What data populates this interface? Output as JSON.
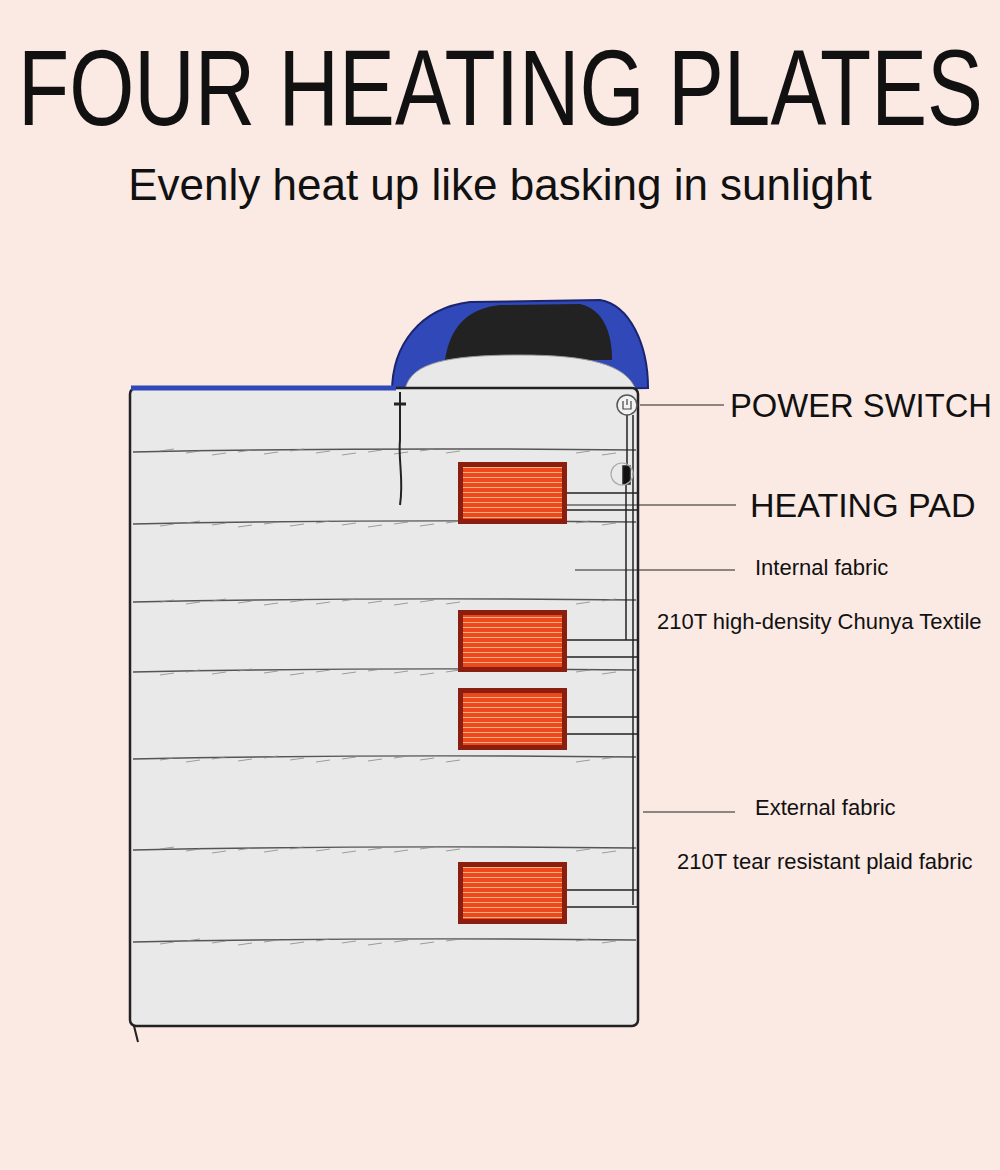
{
  "diagram": {
    "title": "FOUR HEATING PLATES",
    "labels": [
      "Evenly heat up like basking in sunlight",
      "POWER SWITCH",
      "HEATING PAD",
      "Internal fabric",
      "210T high-density Chunya Textile",
      "External fabric",
      "210T tear resistant plaid fabric"
    ]
  }
}
